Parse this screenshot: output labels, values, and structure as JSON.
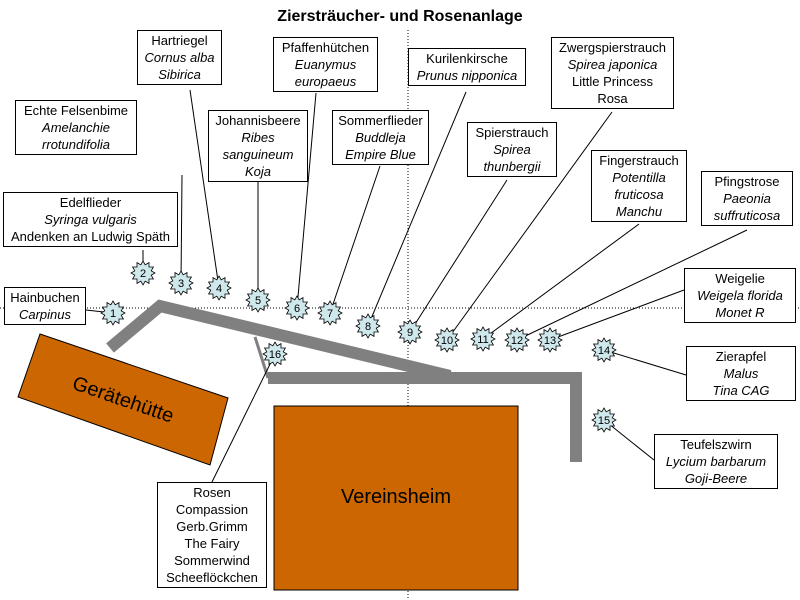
{
  "title": "Ziersträucher- und Rosenanlage",
  "buildings": {
    "shed": "Gerätehütte",
    "clubhouse": "Vereinsheim"
  },
  "colors": {
    "building": "#cc6600",
    "path": "#808080",
    "marker": "#cfe8ec"
  },
  "plants": [
    {
      "n": "1",
      "common": "Hainbuchen",
      "botanical": "Carpinus",
      "cultivar": ""
    },
    {
      "n": "2",
      "common": "Edelflieder",
      "botanical": "Syringa vulgaris",
      "cultivar": "Andenken an Ludwig Späth"
    },
    {
      "n": "3",
      "common": "Echte Felsenbime",
      "botanical": "Amelanchie rrotundifolia",
      "cultivar": ""
    },
    {
      "n": "4",
      "common": "Hartriegel",
      "botanical": "Cornus alba Sibirica",
      "cultivar": ""
    },
    {
      "n": "5",
      "common": "Johannisbeere",
      "botanical": "Ribes sanguineum Koja",
      "cultivar": ""
    },
    {
      "n": "6",
      "common": "Pfaffenhütchen",
      "botanical": "Euanymus europaeus",
      "cultivar": ""
    },
    {
      "n": "7",
      "common": "Sommerflieder",
      "botanical": "Buddleja Empire Blue",
      "cultivar": ""
    },
    {
      "n": "8",
      "common": "Kurilenkirsche",
      "botanical": "Prunus nipponica",
      "cultivar": ""
    },
    {
      "n": "9",
      "common": "Spierstrauch",
      "botanical": "Spirea thunbergii",
      "cultivar": ""
    },
    {
      "n": "10",
      "common": "Zwergspierstrauch",
      "botanical": "Spirea japonica",
      "cultivar": "Little Princess Rosa"
    },
    {
      "n": "11",
      "common": "Fingerstrauch",
      "botanical": "Potentilla fruticosa Manchu",
      "cultivar": ""
    },
    {
      "n": "12",
      "common": "Pfingstrose",
      "botanical": "Paeonia suffruticosa",
      "cultivar": ""
    },
    {
      "n": "13",
      "common": "Weigelie",
      "botanical": "Weigela florida Monet R",
      "cultivar": ""
    },
    {
      "n": "14",
      "common": "Zierapfel",
      "botanical": "Malus Tina CAG",
      "cultivar": ""
    },
    {
      "n": "15",
      "common": "Teufelszwirn",
      "botanical": "Lycium barbarum Goji-Beere",
      "cultivar": ""
    },
    {
      "n": "16",
      "common": "Rosen",
      "botanical": "",
      "cultivar": "Compassion Gerb.Grimm The Fairy Sommerwind Scheeflöckchen"
    }
  ]
}
